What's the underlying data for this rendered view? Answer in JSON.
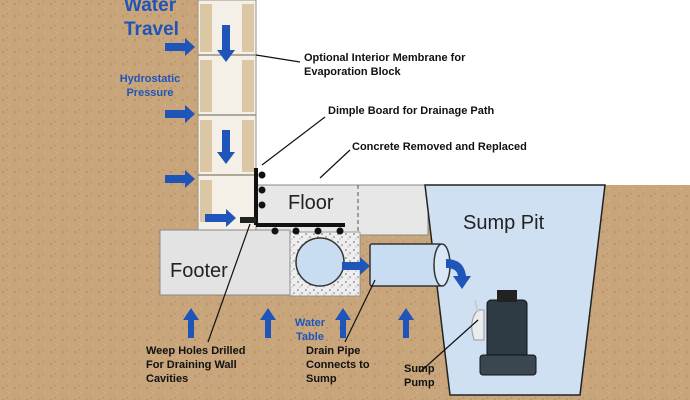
{
  "title": "Water Travel",
  "labels": {
    "hydrostatic": "Hydrostatic Pressure",
    "water_table": "Water Table",
    "floor": "Floor",
    "footer": "Footer",
    "sump_pit": "Sump Pit"
  },
  "callouts": {
    "membrane_line1": "Optional Interior Membrane for",
    "membrane_line2": "Evaporation Block",
    "dimple": "Dimple Board for Drainage Path",
    "concrete": "Concrete Removed and Replaced",
    "weep_line1": "Weep Holes Drilled",
    "weep_line2": "For Draining Wall",
    "weep_line3": "Cavities",
    "drain_line1": "Drain Pipe",
    "drain_line2": "Connects to",
    "drain_line3": "Sump",
    "sump_pump_line1": "Sump",
    "sump_pump_line2": "Pump"
  },
  "colors": {
    "soil": "#c8a57a",
    "arrow_blue": "#1f55b8",
    "concrete": "#e3e3e3",
    "water": "#c9ddf2",
    "text_blue": "#1f55b8"
  }
}
